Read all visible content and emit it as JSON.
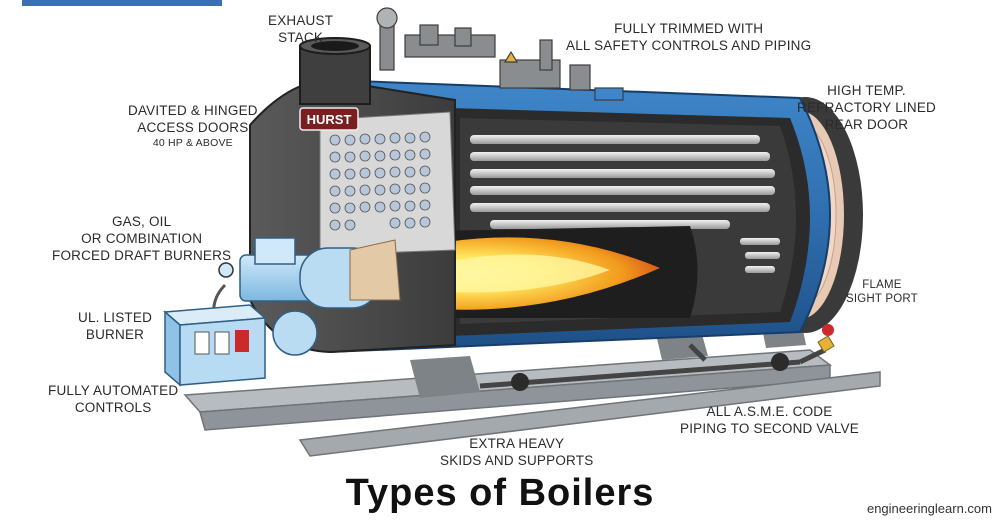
{
  "title": "Types of Boilers",
  "credit": "engineeringlearn.com",
  "brand": "HURST",
  "labels": {
    "exhaust": [
      "EXHAUST",
      "STACK"
    ],
    "trimmed": [
      "FULLY TRIMMED WITH",
      "ALL SAFETY CONTROLS AND PIPING"
    ],
    "rear_door": [
      "HIGH TEMP.",
      "REFRACTORY LINED",
      "REAR DOOR"
    ],
    "davited": [
      "DAVITED & HINGED",
      "ACCESS DOORS",
      "40 HP & ABOVE"
    ],
    "gas": [
      "GAS, OIL",
      "OR COMBINATION",
      "FORCED DRAFT BURNERS"
    ],
    "flame": [
      "FLAME",
      "SIGHT PORT"
    ],
    "ul": [
      "UL. LISTED",
      "BURNER"
    ],
    "controls": [
      "FULLY AUTOMATED",
      "CONTROLS"
    ],
    "asme": [
      "ALL A.S.M.E. CODE",
      "PIPING TO SECOND VALVE"
    ],
    "skids": [
      "EXTRA HEAVY",
      "SKIDS AND SUPPORTS"
    ]
  },
  "colors": {
    "shell_blue": "#2f6fb0",
    "dark_gray": "#4a4a4a",
    "flame_orange": "#f29a1c",
    "flame_yellow": "#ffe35a",
    "burner_blue": "#9fd0f0",
    "skid_gray": "#8e9499"
  }
}
